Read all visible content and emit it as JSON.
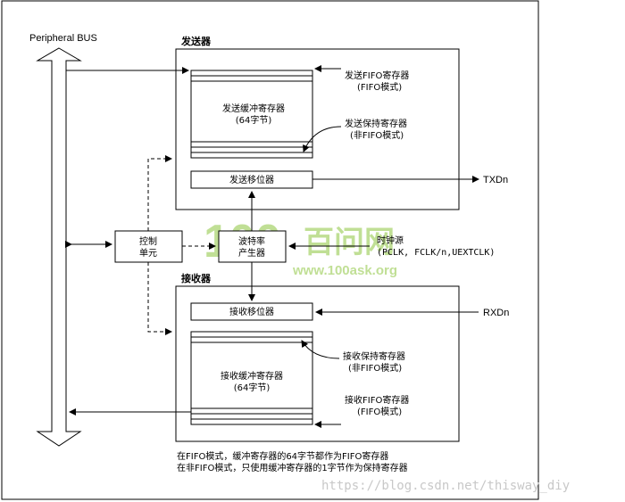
{
  "bus_label": "Peripheral BUS",
  "transmitter": {
    "title": "发送器",
    "buffer_line1": "发送缓冲寄存器",
    "buffer_line2": "(64字节)",
    "fifo_reg_line1": "发送FIFO寄存器",
    "fifo_reg_line2": "(FIFO模式)",
    "hold_reg_line1": "发送保持寄存器",
    "hold_reg_line2": "(非FIFO模式)",
    "shift_reg": "发送移位器",
    "output": "TXDn"
  },
  "control": {
    "line1": "控制",
    "line2": "单元"
  },
  "baud": {
    "line1": "波特率",
    "line2": "产生器"
  },
  "clock": {
    "line1": "时钟源",
    "line2": "(PCLK, FCLK/n,UEXTCLK)"
  },
  "receiver": {
    "title": "接收器",
    "shift_reg": "接收移位器",
    "input": "RXDn",
    "hold_reg_line1": "接收保持寄存器",
    "hold_reg_line2": "(非FIFO模式)",
    "buffer_line1": "接收缓冲寄存器",
    "buffer_line2": "(64字节)",
    "fifo_reg_line1": "接收FIFO寄存器",
    "fifo_reg_line2": "(FIFO模式)"
  },
  "notes": {
    "line1": "在FIFO模式，缓冲寄存器的64字节都作为FIFO寄存器",
    "line2": "在非FIFO模式，只使用缓冲寄存器的1字节作为保持寄存器"
  },
  "watermark": {
    "logo_text": "100",
    "cn_text": "百问网",
    "url": "www.100ask.org",
    "csdn": "https://blog.csdn.net/thisway_diy",
    "color": "#8ec63f"
  },
  "colors": {
    "line": "#000000",
    "background": "#ffffff"
  }
}
